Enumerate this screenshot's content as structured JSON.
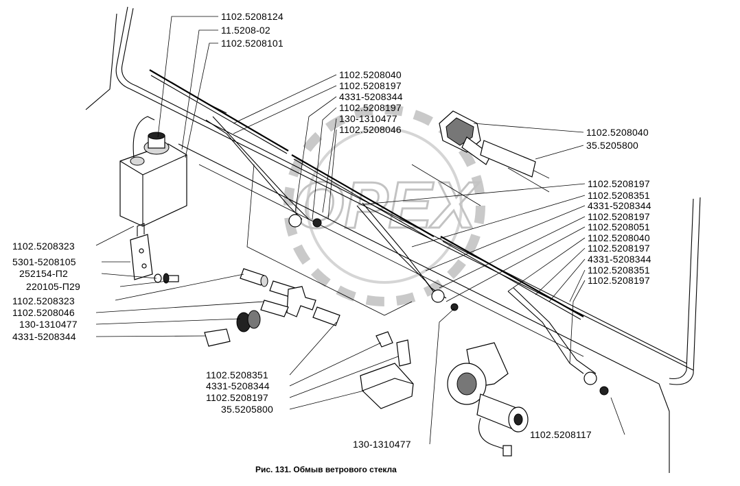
{
  "labels": {
    "l1": "1102.5208124",
    "l2": "11.5208-02",
    "l3": "1102.5208101",
    "l4": "1102.5208040",
    "l5": "1102.5208197",
    "l6": "4331-5208344",
    "l7": "1102.5208197",
    "l8": "130-1310477",
    "l9": "1102.5208046",
    "l10": "1102.5208040",
    "l11": "35.5205800",
    "l12": "1102.5208197",
    "l13": "1102.5208351",
    "l14": "4331-5208344",
    "l15": "1102.5208197",
    "l16": "1102.5208051",
    "l17": "1102.5208040",
    "l18": "1102.5208197",
    "l19": "4331-5208344",
    "l20": "1102.5208351",
    "l21": "1102.5208197",
    "l22": "1102.5208323",
    "l23": "5301-5208105",
    "l24": "252154-П2",
    "l25": "220105-П29",
    "l26": "1102.5208323",
    "l27": "1102.5208046",
    "l28": "130-1310477",
    "l29": "4331-5208344",
    "l30": "1102.5208351",
    "l31": "4331-5208344",
    "l32": "1102.5208197",
    "l33": "35.5205800",
    "l34": "130-1310477",
    "l35": "1102.5208117"
  },
  "caption": "Рис. 131. Обмыв ветрового стекла",
  "watermark": "OPEX"
}
